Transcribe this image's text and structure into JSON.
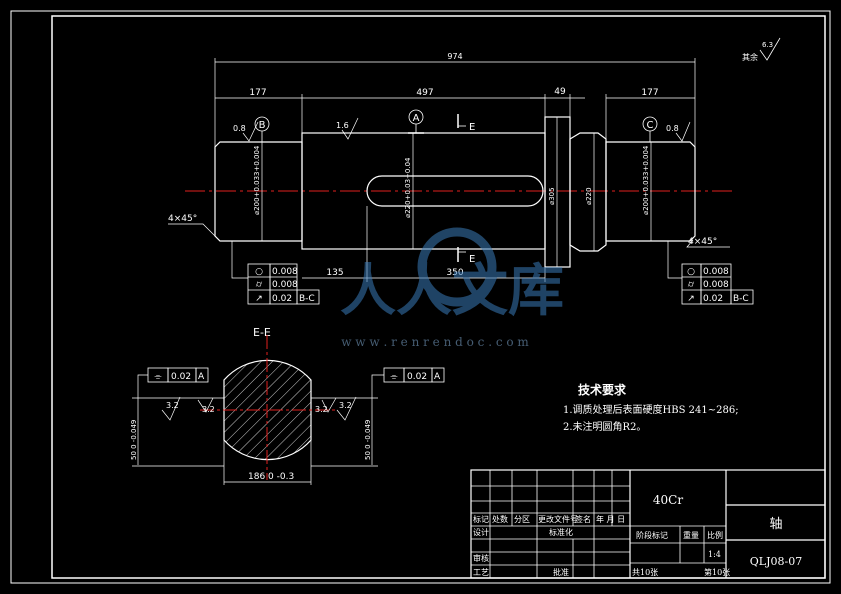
{
  "drawing": {
    "roughness_note_label": "其余",
    "roughness_note_value": "6.3",
    "overall_length": "974",
    "len_left": "177",
    "len_mid": "497",
    "len_collar": "49",
    "len_right": "177",
    "len_keyway_offset": "135",
    "len_keyway": "350",
    "datum_b": "B",
    "datum_a": "A",
    "datum_c": "C",
    "section_label": "E",
    "rough_left": "0.8",
    "rough_mid": "1.6",
    "rough_right": "0.8",
    "chamfer_left": "4×45°",
    "chamfer_right": "4×45°",
    "dia_left": "⌀200+0.033+0.004",
    "dia_mid": "⌀220+0.03+0.04",
    "dia_collar1": "⌀305",
    "dia_collar2": "⌀220",
    "dia_right": "⌀200+0.033+0.004",
    "tol_left": [
      {
        "sym": "○",
        "val": "0.008",
        "ref": ""
      },
      {
        "sym": "⌭",
        "val": "0.008",
        "ref": ""
      },
      {
        "sym": "↗",
        "val": "0.02",
        "ref": "B-C"
      }
    ],
    "tol_right": [
      {
        "sym": "○",
        "val": "0.008",
        "ref": ""
      },
      {
        "sym": "⌭",
        "val": "0.008",
        "ref": ""
      },
      {
        "sym": "↗",
        "val": "0.02",
        "ref": "B-C"
      }
    ],
    "section_title": "E-E",
    "sym_tol_left": "0.02",
    "sym_tol_right": "0.02",
    "sym_ref": "A",
    "key_rough_left": "3.2",
    "key_rough_left2": "3.2",
    "key_rough_right": "3.2",
    "key_rough_right2": "3.2",
    "key_depth_left": "50 0 -0.049",
    "key_depth_right": "50 0 -0.049",
    "key_width": "186 0 -0.3"
  },
  "watermark": {
    "text": "人人文库",
    "url": "w w w . r e n r e n d o c . c o m"
  },
  "requirements": {
    "title": "技术要求",
    "item1": "1.调质处理后表面硬度HBS 241~286;",
    "item2": "2.未注明圆角R2。"
  },
  "title_block": {
    "material": "40Cr",
    "part_name": "轴",
    "drawing_no": "QLJ08-07",
    "col_mark": "标记",
    "col_count": "处数",
    "col_zone": "分区",
    "col_doc": "更改文件号",
    "col_sign": "签名",
    "col_date": "年 月 日",
    "design": "设计",
    "standard": "标准化",
    "review": "审核",
    "process": "工艺",
    "approve": "批准",
    "stage_mark": "阶段标记",
    "weight": "重量",
    "scale": "比例",
    "scale_value": "1:4",
    "total_sheets": "共10张",
    "sheet_no": "第10张"
  }
}
